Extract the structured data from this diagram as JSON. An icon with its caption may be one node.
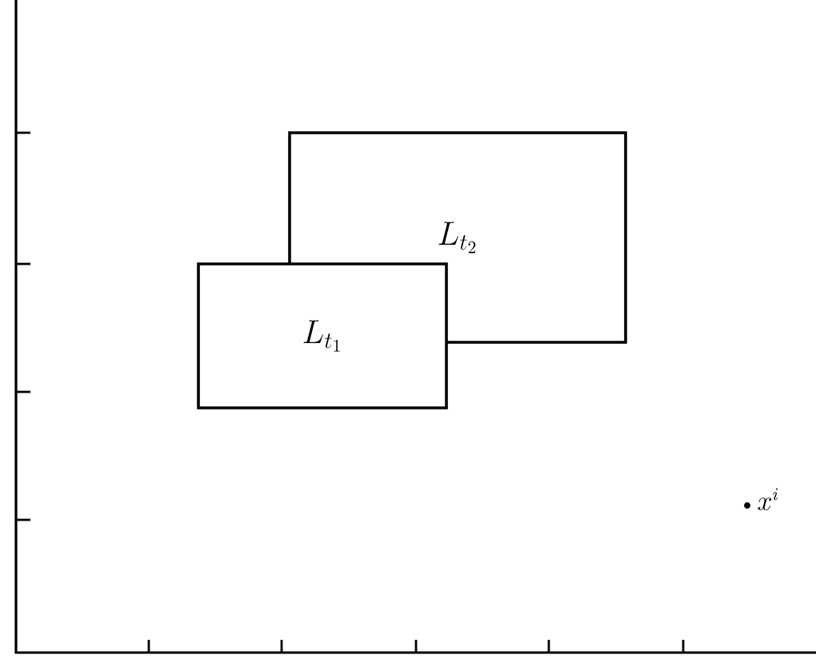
{
  "diagram": {
    "nodes": [
      {
        "text": [
          "L_{t_{2}}"
        ]
      },
      {
        "text": [
          "L_{t_{1}}"
        ]
      }
    ],
    "labels": [
      "x^{i}"
    ]
  }
}
